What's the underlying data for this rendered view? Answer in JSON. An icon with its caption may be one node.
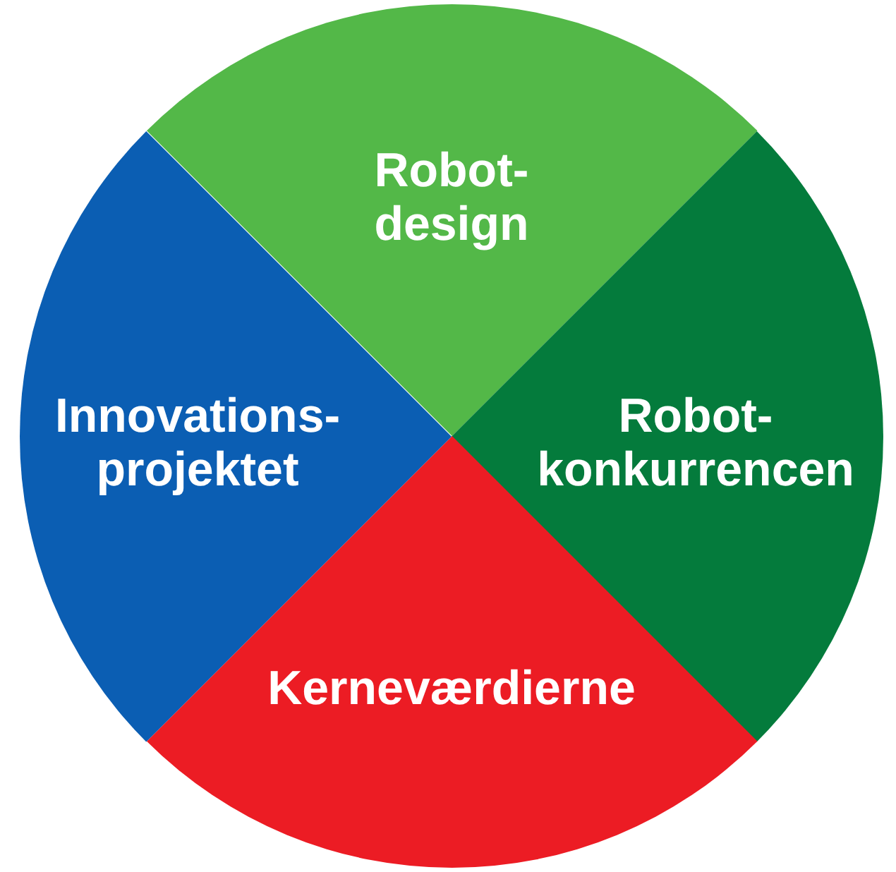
{
  "diagram": {
    "nodes": [
      {
        "text": [
          "Robot- design"
        ]
      },
      {
        "text": [
          "Robot- konkurrencen"
        ]
      },
      {
        "text": [
          "Kerneværdierne"
        ]
      },
      {
        "text": [
          "Innovations- projektet"
        ]
      }
    ]
  }
}
